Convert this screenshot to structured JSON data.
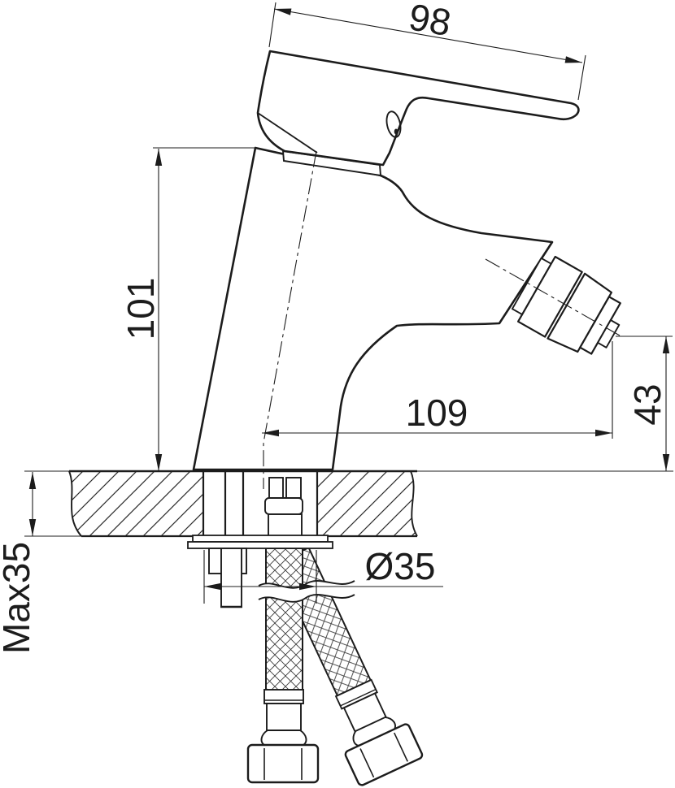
{
  "drawing": {
    "dimensions": {
      "handle_length": "98",
      "body_height": "101",
      "spout_reach": "109",
      "outlet_height": "43",
      "hole_diameter": "Ø35",
      "max_mounting_thickness": "Max35"
    },
    "colors": {
      "line": "#1c1c1c",
      "background": "#ffffff"
    }
  }
}
